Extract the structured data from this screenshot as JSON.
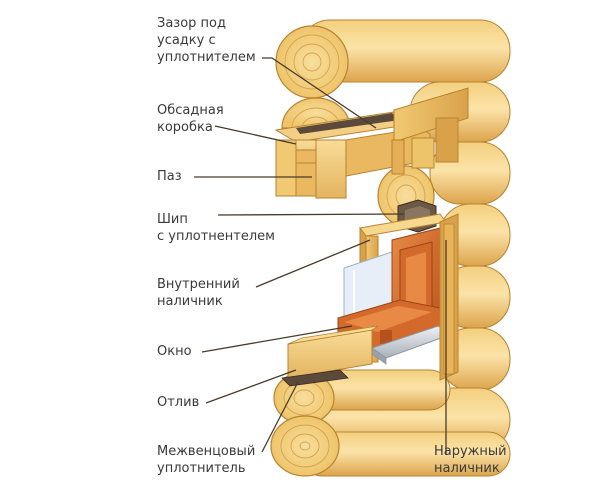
{
  "labels": {
    "shrinkage_gap": [
      "Зазор под",
      "усадку с",
      "уплотнителем"
    ],
    "casing_box": [
      "Обсадная",
      "коробка"
    ],
    "groove": [
      "Паз"
    ],
    "tenon": [
      "Шип",
      "с уплотнентелем"
    ],
    "inner_trim": [
      "Внутренний",
      "наличник"
    ],
    "window": [
      "Окно"
    ],
    "drip": [
      "Отлив"
    ],
    "log_seal": [
      "Межвенцовый",
      "уплотнитель"
    ],
    "outer_trim": [
      "Наружный",
      "наличник"
    ]
  },
  "colors": {
    "log_light": "#f6d98e",
    "log_mid": "#eec46a",
    "log_dark": "#d9a44a",
    "log_end": "#f3d58e",
    "ring": "#d7a24a",
    "outline": "#b9832f",
    "window_frame": "#d36a2b",
    "window_frame_dark": "#b4511c",
    "glass": "#dfe9f5",
    "sill": "#c9cfd6",
    "seal": "#5b4a3a",
    "leader": "#4a3a2a",
    "text": "#3a3a3a"
  }
}
